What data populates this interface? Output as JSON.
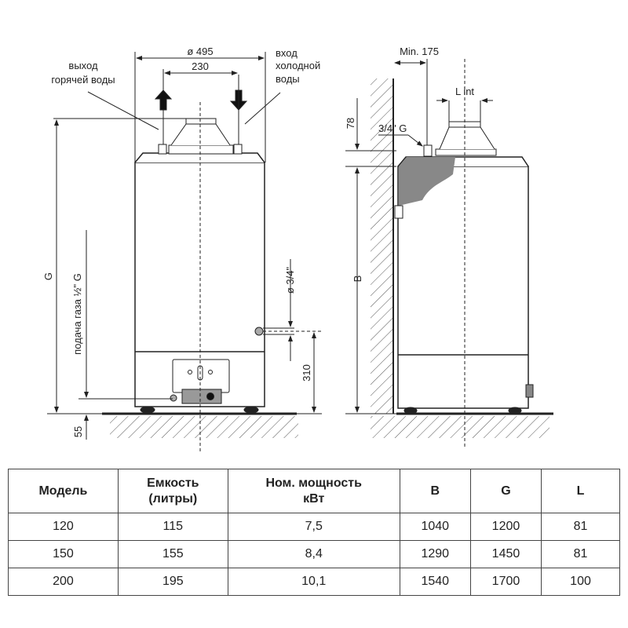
{
  "drawing": {
    "front": {
      "hot_water_label_1": "выход",
      "hot_water_label_2": "горячей воды",
      "cold_water_label_1": "вход",
      "cold_water_label_2": "холодной",
      "cold_water_label_3": "воды",
      "diameter_dim": "ø 495",
      "pipe_spacing_dim": "230",
      "height_dim": "G",
      "gas_supply_label": "подача газа ½\" G",
      "gas_height_dim": "55",
      "drain_diameter_label": "ø 3/4\"",
      "drain_height_dim": "310"
    },
    "side": {
      "wall_clearance_dim": "Min. 175",
      "flue_diameter_dim": "L int",
      "top_dim": "78",
      "connection_label": "3/4\" G",
      "height_dim": "B"
    }
  },
  "table": {
    "headers": [
      "Модель",
      "Емкость\n(литры)",
      "Ном. мощность\nкВт",
      "B",
      "G",
      "L"
    ],
    "rows": [
      [
        "120",
        "115",
        "7,5",
        "1040",
        "1200",
        "81"
      ],
      [
        "150",
        "155",
        "8,4",
        "1290",
        "1450",
        "81"
      ],
      [
        "200",
        "195",
        "10,1",
        "1540",
        "1700",
        "100"
      ]
    ]
  }
}
